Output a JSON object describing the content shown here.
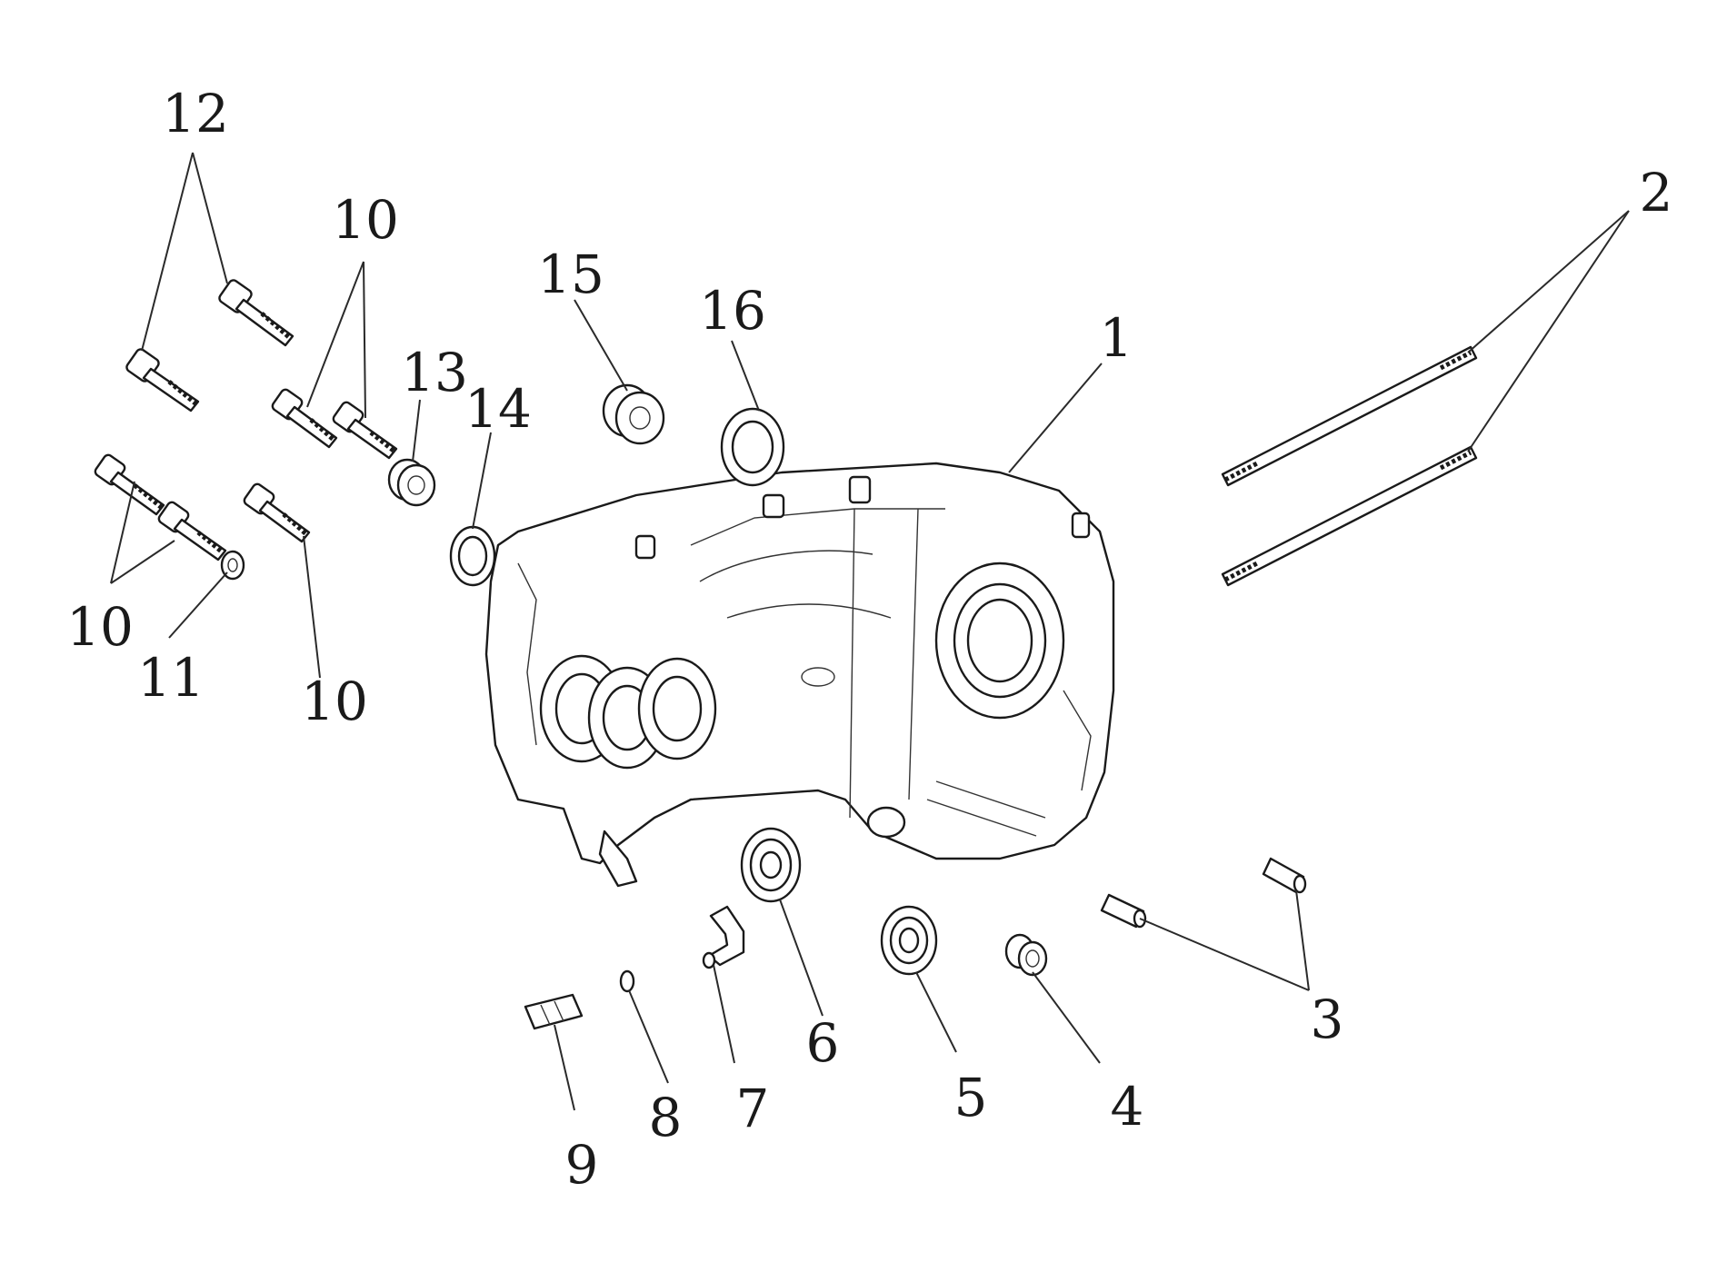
{
  "diagram": {
    "callouts": {
      "c1": "1",
      "c2": "2",
      "c3": "3",
      "c4": "4",
      "c5": "5",
      "c6": "6",
      "c7": "7",
      "c8": "8",
      "c9": "9",
      "c10a": "10",
      "c10b": "10",
      "c10c": "10",
      "c11": "11",
      "c12": "12",
      "c13": "13",
      "c14": "14",
      "c15": "15",
      "c16": "16"
    }
  }
}
